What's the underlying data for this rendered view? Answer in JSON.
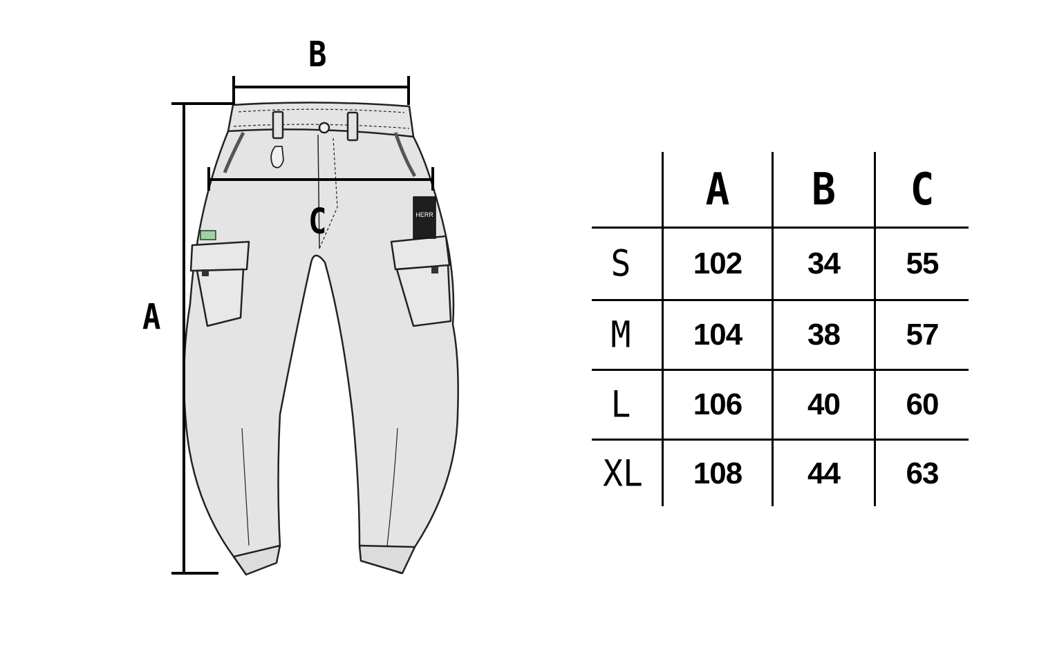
{
  "dimension_labels": {
    "a": "A",
    "b": "B",
    "c": "C"
  },
  "garment_tag_text": "HERR",
  "size_table": {
    "headers": [
      "",
      "A",
      "B",
      "C"
    ],
    "rows": [
      {
        "size": "S",
        "a": "102",
        "b": "34",
        "c": "55"
      },
      {
        "size": "M",
        "a": "104",
        "b": "38",
        "c": "57"
      },
      {
        "size": "L",
        "a": "106",
        "b": "40",
        "c": "60"
      },
      {
        "size": "XL",
        "a": "108",
        "b": "44",
        "c": "63"
      }
    ]
  }
}
